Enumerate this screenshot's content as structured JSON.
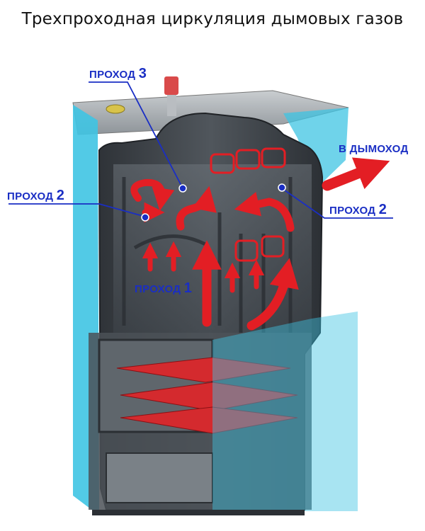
{
  "title": "Трехпроходная циркуляция дымовых газов",
  "labels": {
    "pass3": {
      "word": "ПРОХОД",
      "num": "3"
    },
    "pass2_left": {
      "word": "ПРОХОД",
      "num": "2"
    },
    "pass2_right": {
      "word": "ПРОХОД",
      "num": "2"
    },
    "pass1": {
      "word": "ПРОХОД",
      "num": "1"
    },
    "chimney": "В ДЫМОХОД"
  },
  "colors": {
    "label_text": "#1a2ec4",
    "flow_arrow": "#e31e24",
    "casing": "#3fc4e3",
    "boiler_body": "#3a3f45",
    "roof": "#a7adb2"
  }
}
